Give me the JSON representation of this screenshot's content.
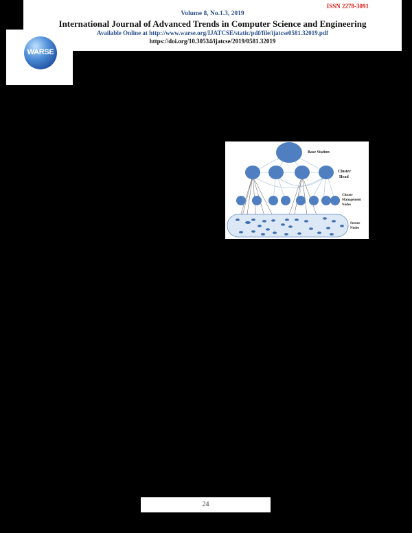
{
  "header": {
    "issn": "ISSN  2278-3091",
    "volume": "Volume 8, No.1.3,  2019",
    "journal_title": "International Journal of Advanced Trends in Computer Science and Engineering",
    "available_online": "Available Online at http://www.warse.org/IJATCSE/static/pdf/file/ijatcse0581.32019.pdf",
    "doi": "https://doi.org/10.30534/ijatcse/2019/0581.32019"
  },
  "logo": {
    "text": "WARSE"
  },
  "figure": {
    "labels": {
      "base_station": "Base Station",
      "cluster_head_1": "Cluster",
      "cluster_head_2": "Head",
      "cmn_1": "Cluster",
      "cmn_2": "Management",
      "cmn_3": "Nodes",
      "sensor_1": "Sensor",
      "sensor_2": "Nodes"
    },
    "colors": {
      "node": "#4f7fc0",
      "ellipse_fill": "#dce8f5",
      "ellipse_stroke": "#6a8fc0",
      "line": "#b9cde6"
    }
  },
  "footer": {
    "page_number": "24"
  }
}
